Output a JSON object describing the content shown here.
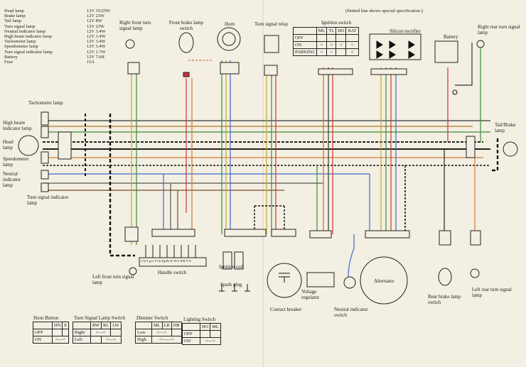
{
  "note": "(Dotted line shows special specification.)",
  "spec_table": [
    {
      "name": "Head lamp",
      "value": "12V 35/25W"
    },
    {
      "name": "Brake lamp",
      "value": "12V 23W"
    },
    {
      "name": "Tail lamp",
      "value": "12V 8W"
    },
    {
      "name": "Turn signal lamp",
      "value": "12V 23W"
    },
    {
      "name": "Neutral indicator lamp",
      "value": "12V 3.4W"
    },
    {
      "name": "High beam indicator lamp",
      "value": "12V 3.4W"
    },
    {
      "name": "Tachometer lamp",
      "value": "12V 3.4W"
    },
    {
      "name": "Speedometer lamp",
      "value": "12V 3.4W"
    },
    {
      "name": "Turn signal indicator lamp",
      "value": "12V 1.7W"
    },
    {
      "name": "Battery",
      "value": "12V 7AH"
    },
    {
      "name": "Fuse",
      "value": "15A"
    }
  ],
  "labels": {
    "right_front_turn": "Right front turn signal lamp",
    "front_brake_switch": "Front brake lamp switch",
    "horn": "Horn",
    "turn_relay": "Turn signal relay",
    "ignition_switch": "Ignition switch",
    "silicon_rectifier": "Silicon rectifier",
    "battery": "Battery",
    "right_rear_turn": "Right rear turn signal lamp",
    "tachometer_lamp": "Tachometer lamp",
    "high_beam_indicator": "High beam indicator lamp",
    "head_lamp": "Head lamp",
    "speedometer_lamp": "Speedometer lamp",
    "neutral_indicator": "Neutral indicator lamp",
    "turn_indicator": "Turn signal indicator lamp",
    "tail_brake": "Tail/Brake lamp",
    "left_front_turn": "Left front turn signal lamp",
    "handle_switch": "Handle switch",
    "ignition_coil": "Ignition coil",
    "spark_plug": "Spark plug",
    "contact_breaker": "Contact breaker",
    "voltage_regulator": "Voltage regulator",
    "neutral_switch": "Neutral indicator switch",
    "alternator": "Alternator",
    "rear_brake_switch": "Rear brake lamp switch",
    "left_rear_turn": "Left rear turn signal lamp"
  },
  "ignition_table": {
    "headers": [
      "",
      "ML",
      "TL",
      "HO",
      "BAT"
    ],
    "rows": [
      "OFF",
      "ON",
      "PARKING"
    ]
  },
  "handle_connector": [
    "L/W",
    "Lg",
    "G",
    "Y",
    "Ch",
    "Dg",
    "Br",
    "W",
    "W/L",
    "R/B",
    "Y/G"
  ],
  "switch_tables": {
    "horn": {
      "title": "Horn Button",
      "headers": [
        "HN",
        "E"
      ],
      "rows": [
        "OFF",
        "ON"
      ]
    },
    "turn": {
      "title": "Turn Signal Lamp Switch",
      "headers": [
        "RW",
        "RL",
        "LW"
      ],
      "rows": [
        "Right",
        "Left"
      ]
    },
    "dimmer": {
      "title": "Dimmer Switch",
      "headers": [
        "ML",
        "LB",
        "HB"
      ],
      "rows": [
        "Low",
        "High"
      ]
    },
    "lighting": {
      "title": "Lighting Switch",
      "headers": [
        "HO",
        "ML"
      ],
      "rows": [
        "OFF",
        "ON"
      ]
    }
  }
}
